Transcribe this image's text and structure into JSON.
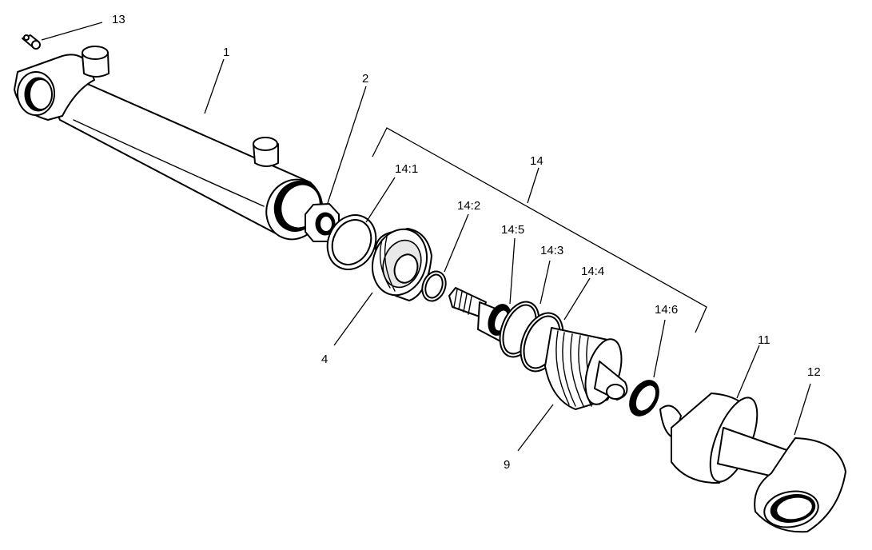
{
  "callouts": {
    "c1": "1",
    "c2": "2",
    "c4": "4",
    "c9": "9",
    "c11": "11",
    "c12": "12",
    "c13": "13",
    "c14": "14",
    "c14_1": "14:1",
    "c14_2": "14:2",
    "c14_3": "14:3",
    "c14_4": "14:4",
    "c14_5": "14:5",
    "c14_6": "14:6"
  },
  "colors": {
    "line": "#000000",
    "background": "#ffffff",
    "shading": "#e8e8e8"
  }
}
